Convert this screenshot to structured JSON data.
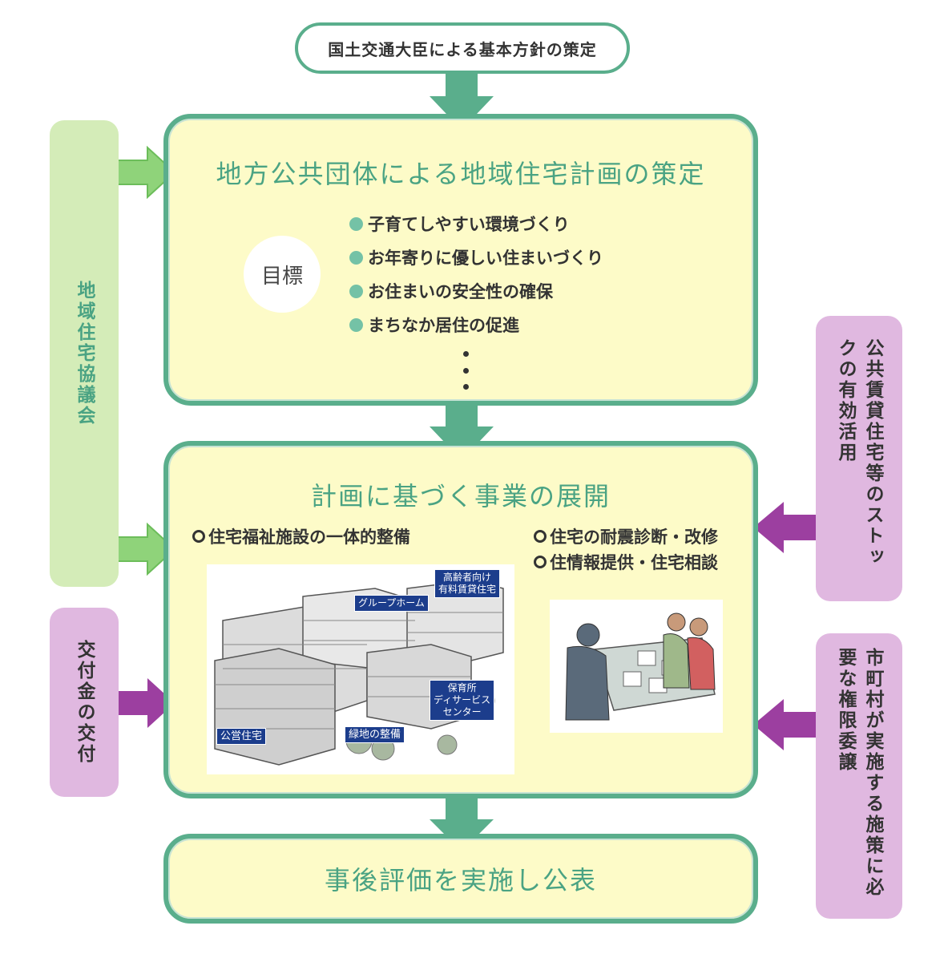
{
  "top": {
    "label": "国土交通大臣による基本方針の策定"
  },
  "plan": {
    "title": "地方公共団体による地域住宅計画の策定",
    "goal_label": "目標",
    "goals": [
      "子育てしやすい環境づくり",
      "お年寄りに優しい住まいづくり",
      "お住まいの安全性の確保",
      "まちなか居住の促進"
    ]
  },
  "projects": {
    "title": "計画に基づく事業の展開",
    "left_item": "住宅福祉施設の一体的整備",
    "right_items": [
      "住宅の耐震診断・改修",
      "住情報提供・住宅相談"
    ],
    "illustration_tags": {
      "elderly": "高齢者向け\n有料賃貸住宅",
      "group_home": "グループホーム",
      "nursery": "保育所\nディサービス\nセンター",
      "public_housing": "公営住宅",
      "green": "緑地の整備"
    }
  },
  "evaluation": {
    "title": "事後評価を実施し公表"
  },
  "side": {
    "council": "地域住宅協議会",
    "grant": "交付金の交付",
    "stock": "公共賃貸住宅等のストックの有効活用",
    "delegation": "市町村が実施する施策に必要な権限委譲"
  },
  "colors": {
    "green_border": "#5aae8c",
    "box_fill": "#fdfbc8",
    "title_green": "#4aa383",
    "light_green": "#d4ecb8",
    "purple": "#e0b8e0",
    "arrow_purple": "#9c3fa0",
    "tag_blue": "#1c3d8c"
  }
}
